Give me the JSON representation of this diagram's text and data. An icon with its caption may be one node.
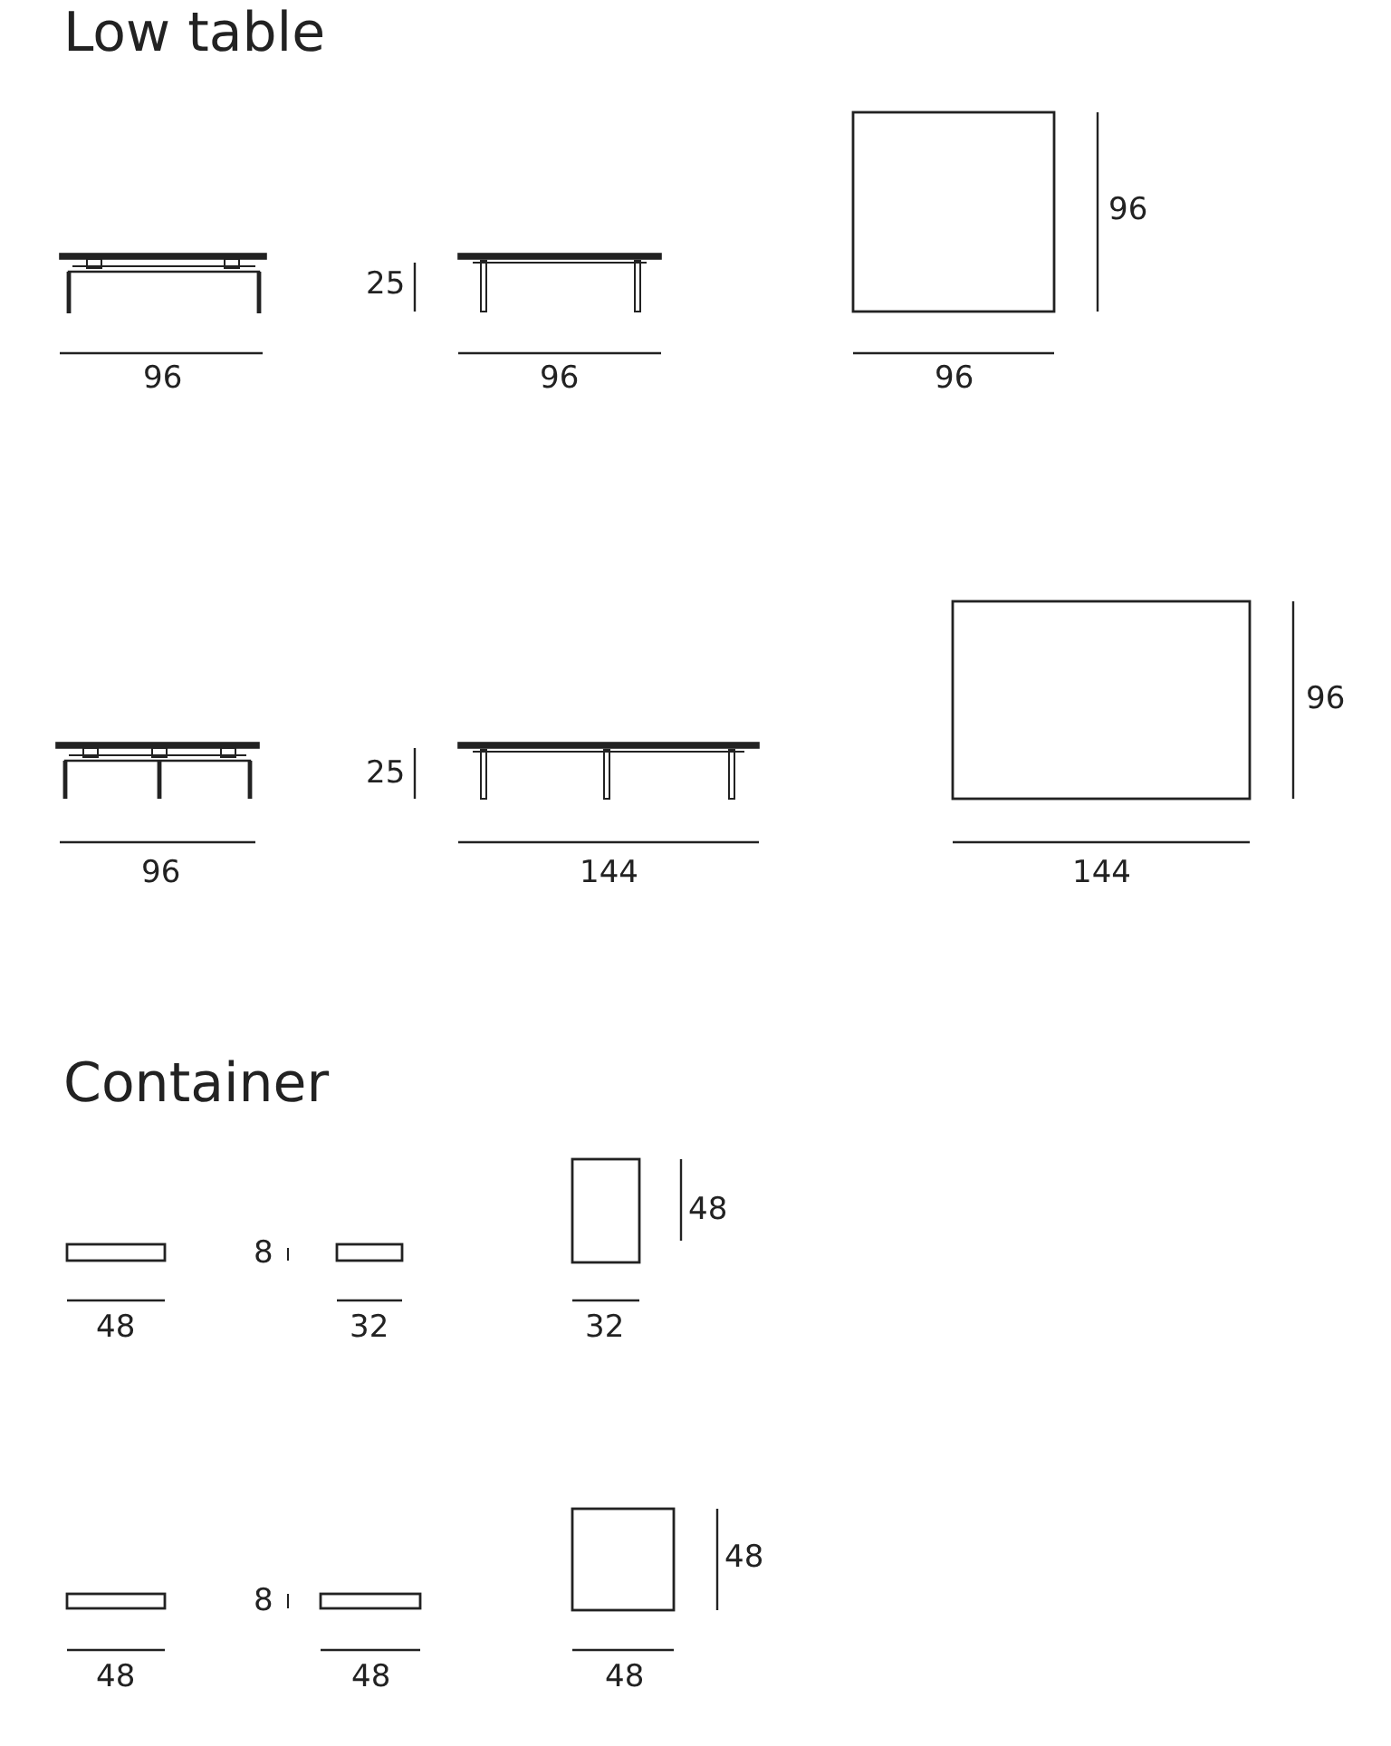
{
  "diagram": {
    "labels": [
      "Low table",
      "96",
      "25",
      "96",
      "96",
      "96",
      "96",
      "25",
      "96",
      "144",
      "144",
      "Container",
      "48",
      "8",
      "48",
      "32",
      "32",
      "48",
      "8",
      "48",
      "48",
      "48"
    ]
  }
}
